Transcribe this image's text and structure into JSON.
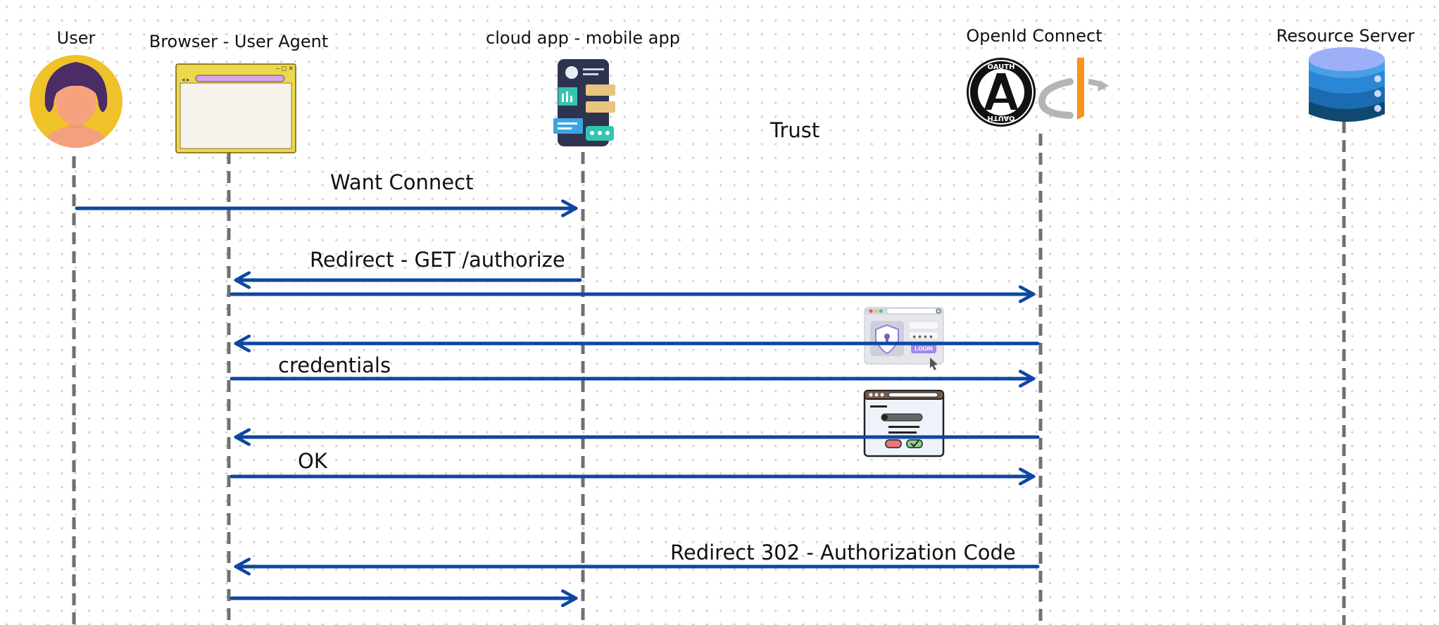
{
  "actors": [
    {
      "id": "user",
      "label": "User",
      "icon": "user-avatar-icon"
    },
    {
      "id": "browser",
      "label": "Browser - User Agent",
      "icon": "browser-window-icon"
    },
    {
      "id": "app",
      "label": "cloud app - mobile app",
      "icon": "mobile-app-icon"
    },
    {
      "id": "oidc",
      "label": "OpenId Connect",
      "icon": "oauth-logo-icon"
    },
    {
      "id": "resource",
      "label": "Resource Server",
      "icon": "database-icon"
    }
  ],
  "trust_label": "Trust",
  "messages": [
    {
      "from": "user",
      "to": "app",
      "label": "Want Connect"
    },
    {
      "from": "app",
      "to": "browser",
      "label": "Redirect - GET /authorize"
    },
    {
      "from": "browser",
      "to": "oidc",
      "label": ""
    },
    {
      "from": "oidc",
      "to": "browser",
      "label": "",
      "icon": "login-page-icon"
    },
    {
      "from": "browser",
      "to": "oidc",
      "label": "credentials"
    },
    {
      "from": "oidc",
      "to": "browser",
      "label": "",
      "icon": "consent-window-icon"
    },
    {
      "from": "browser",
      "to": "oidc",
      "label": "OK"
    },
    {
      "from": "oidc",
      "to": "browser",
      "label": "Redirect 302 - Authorization Code"
    },
    {
      "from": "browser",
      "to": "app",
      "label": ""
    }
  ],
  "colors": {
    "arrow": "#0d47a1",
    "lifeline": "#707070",
    "user_bg": "#f0c22a",
    "database": "#1a5f9e"
  }
}
